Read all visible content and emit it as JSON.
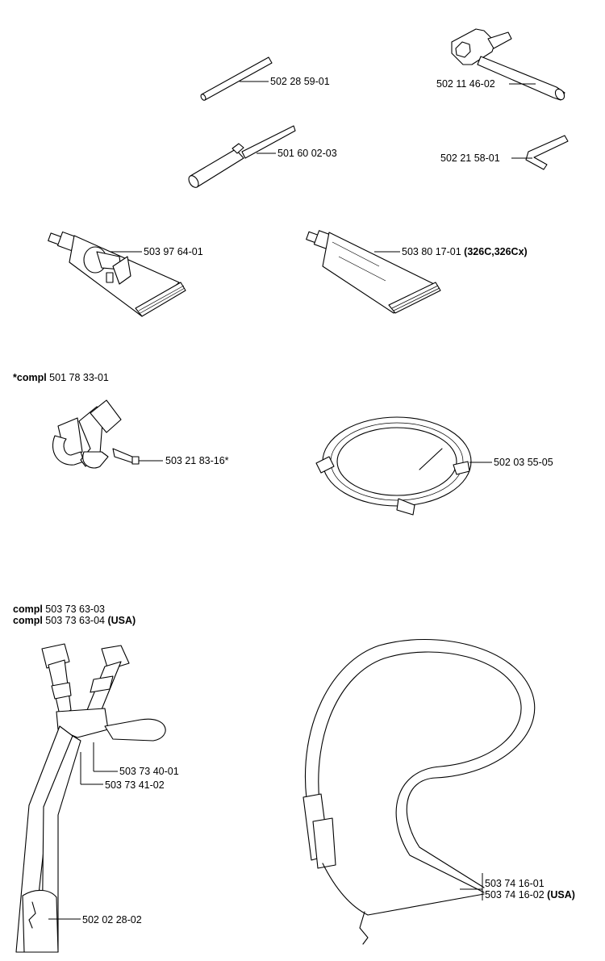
{
  "parts": {
    "punch": "502 28 59-01",
    "combi_wrench": "502 11 46-02",
    "file_handle": "501 60 02-03",
    "hex_key": "502 21 58-01",
    "grease_tube_1": "503 97 64-01",
    "grease_tube_2": "503 80 17-01",
    "grease_tube_2_note": "(326C,326Cx)",
    "clamp_screw": "503 21 83-16*",
    "guard_ring": "502 03 55-05",
    "harness_buckle": "503 73 40-01",
    "harness_pad": "503 73 41-02",
    "harness_hook": "502 02 28-02",
    "strap_1": "503 74 16-01",
    "strap_2": "503 74 16-02",
    "strap_2_note": "(USA)"
  },
  "compl_clamp": {
    "prefix": "*compl",
    "number": "501 78 33-01"
  },
  "compl_harness": {
    "prefix": "compl",
    "number_1": "503 73 63-03",
    "number_2": "503 73 63-04",
    "note_2": "(USA)"
  }
}
